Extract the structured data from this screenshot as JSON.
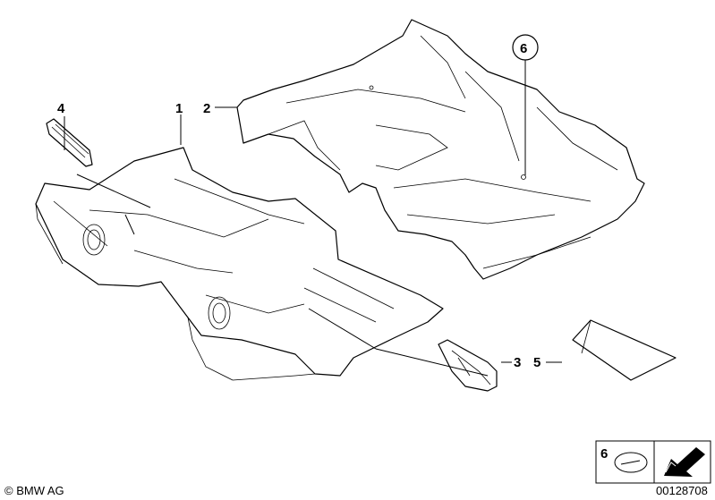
{
  "callouts": {
    "c1": "1",
    "c2": "2",
    "c3": "3",
    "c4": "4",
    "c5": "5",
    "c6": "6",
    "legend6": "6"
  },
  "footer": {
    "copyright": "© BMW AG",
    "image_number": "00128708"
  },
  "icons": {
    "legend_item": "round-plug-icon",
    "legend_arrow": "arrow-icon"
  }
}
